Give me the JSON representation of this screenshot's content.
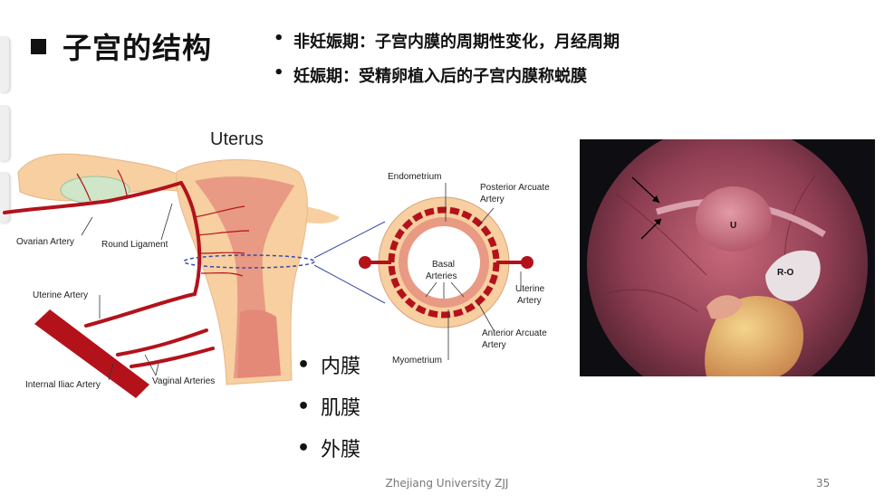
{
  "slide": {
    "title": "子宫的结构",
    "top_bullets": [
      "非妊娠期：子宫内膜的周期性变化，月经周期",
      "妊娠期：受精卵植入后的子宫内膜称蜕膜"
    ],
    "layers": [
      "内膜",
      "肌膜",
      "外膜"
    ],
    "bullet_glyph": "•",
    "footer": "Zhejiang University ZJJ",
    "page_number": "35"
  },
  "diagram": {
    "title": "Uterus",
    "labels": {
      "ovarian_artery": "Ovarian Artery",
      "round_ligament": "Round Ligament",
      "uterine_artery": "Uterine Artery",
      "internal_iliac_artery": "Internal Iliac Artery",
      "vaginal_arteries": "Vaginal Arteries",
      "endometrium": "Endometrium",
      "posterior_arcuate_1": "Posterior Arcuate",
      "posterior_arcuate_2": "Artery",
      "basal_1": "Basal",
      "basal_2": "Arteries",
      "uterine_artery_r1": "Uterine",
      "uterine_artery_r2": "Artery",
      "anterior_arcuate_1": "Anterior Arcuate",
      "anterior_arcuate_2": "Artery",
      "myometrium": "Myometrium"
    }
  },
  "photo": {
    "label_u": "U",
    "label_ro": "R-O"
  },
  "colors": {
    "artery": "#b3121b",
    "tissue": "#f7cfa0",
    "endometrium": "#e89a84",
    "ring_line": "#3b4aa8",
    "ovary": "#cfe6c9"
  }
}
